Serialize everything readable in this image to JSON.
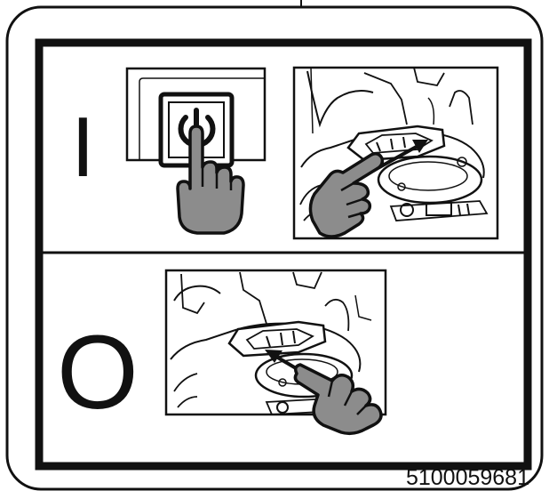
{
  "label": {
    "on_symbol": "I",
    "off_symbol": "O",
    "part_number": "5100059681"
  },
  "icons": {
    "power": "power-icon",
    "hand": "pointing-hand-icon",
    "arrow": "arrow-icon"
  },
  "colors": {
    "outline": "#111111",
    "hand_fill": "#8c8c8c",
    "background": "#ffffff"
  }
}
